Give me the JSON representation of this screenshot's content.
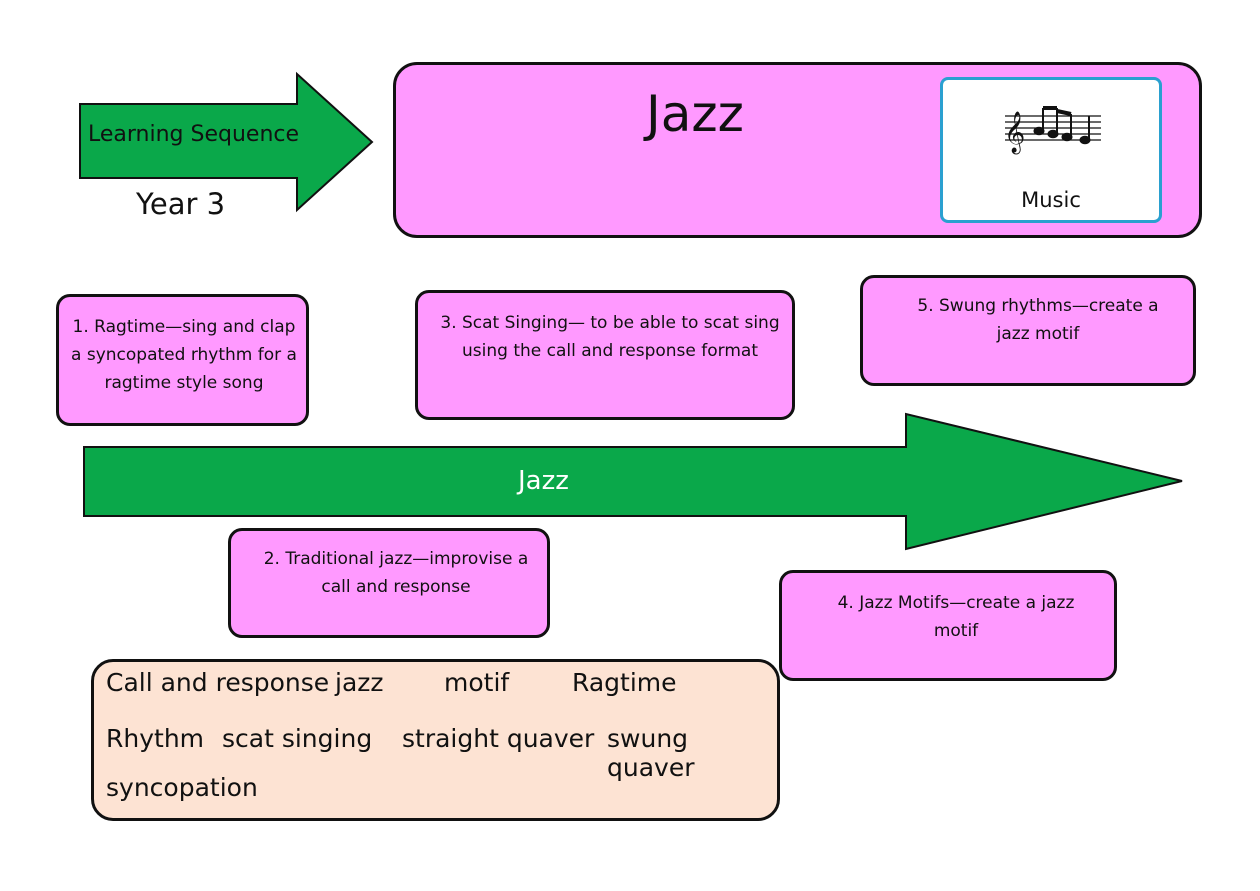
{
  "header": {
    "sequence_label": "Learning Sequence",
    "year": "Year 3",
    "title": "Jazz",
    "subject": "Music",
    "subject_icon": "music-notes-icon",
    "colors": {
      "green": "#0aa84a",
      "pink": "#ff99ff",
      "blue": "#2aa0d0",
      "peach": "#fde3d3"
    }
  },
  "timeline": {
    "label": "Jazz"
  },
  "steps": [
    {
      "text": "1.  Ragtime—sing and clap a syncopated rhythm for a ragtime style song"
    },
    {
      "text": "2. Traditional jazz—improvise a call and response"
    },
    {
      "text": "3. Scat Singing— to be able to scat sing using the call and response format"
    },
    {
      "text": "4. Jazz Motifs—create a jazz motif"
    },
    {
      "text": "5. Swung rhythms—create a jazz motif"
    }
  ],
  "vocabulary": [
    "Call and response",
    "jazz",
    "motif",
    "Ragtime",
    "Rhythm",
    "scat singing",
    "straight quaver",
    "swung quaver",
    "syncopation"
  ]
}
